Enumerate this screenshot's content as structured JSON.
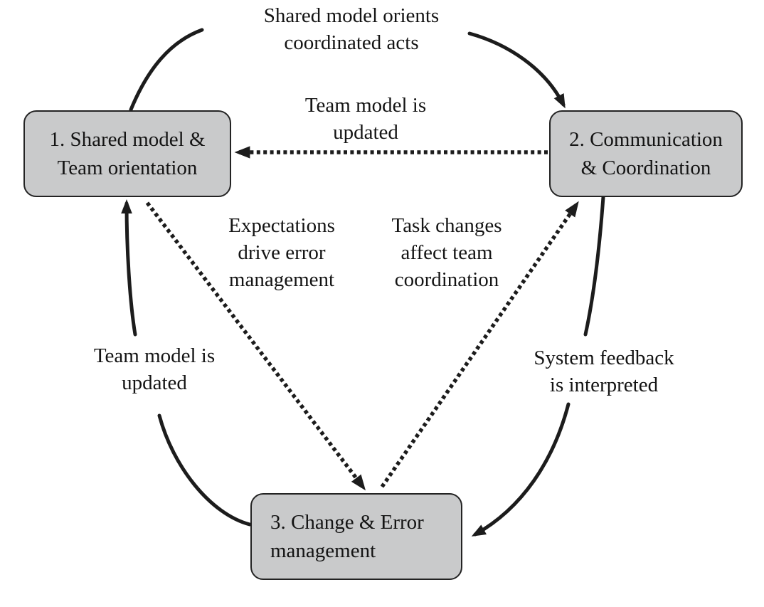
{
  "figure": {
    "type": "cyclical team-process diagram",
    "background_color": "#ffffff",
    "node_fill_color": "#c9cacb",
    "node_border_color": "#232323",
    "line_color": "#1c1c1c",
    "text_color": "#141414"
  },
  "nodes": [
    {
      "id": "shared-model-team-orientation",
      "lines": [
        "1. Shared model &",
        "Team orientation"
      ]
    },
    {
      "id": "communication-coordination",
      "lines": [
        "2. Communication",
        "& Coordination"
      ]
    },
    {
      "id": "change-error-management",
      "lines": [
        "3. Change & Error",
        "management"
      ]
    }
  ],
  "edges": [
    {
      "id": "shared-to-communication",
      "from": "1",
      "to": "2",
      "style": "solid",
      "label_lines": [
        "Shared model orients",
        "coordinated acts"
      ]
    },
    {
      "id": "communication-to-shared",
      "from": "2",
      "to": "1",
      "style": "dotted",
      "label_lines": [
        "Team model is",
        "updated"
      ]
    },
    {
      "id": "shared-to-change",
      "from": "1",
      "to": "3",
      "style": "dotted",
      "label_lines": [
        "Expectations",
        "drive error",
        "management"
      ]
    },
    {
      "id": "change-to-communication",
      "from": "3",
      "to": "2",
      "style": "dotted",
      "label_lines": [
        "Task changes",
        "affect team",
        "coordination"
      ]
    },
    {
      "id": "communication-to-change",
      "from": "2",
      "to": "3",
      "style": "solid",
      "label_lines": [
        "System feedback",
        "is interpreted"
      ]
    },
    {
      "id": "change-to-shared",
      "from": "3",
      "to": "1",
      "style": "solid",
      "label_lines": [
        "Team model is",
        "updated"
      ]
    }
  ]
}
